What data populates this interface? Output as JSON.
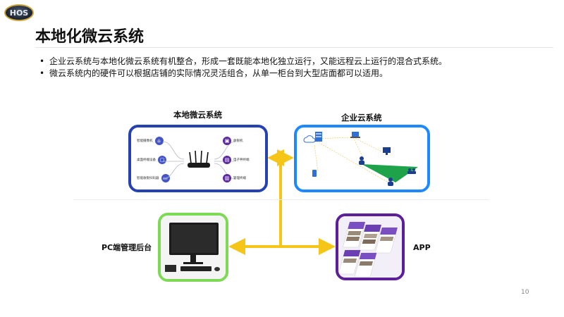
{
  "logo": {
    "text": "HOS"
  },
  "page": {
    "title": "本地化微云系统",
    "page_number": "10"
  },
  "bullets": [
    "企业云系统与本地化微云系统有机整合，形成一套既能本地化独立运行，又能远程云上运行的混合式系统。",
    "微云系统内的硬件可以根据店铺的实际情况灵活组合，从单一柜台到大型店面都可以适用。"
  ],
  "diagram": {
    "local_box_label": "本地微云系统",
    "cloud_box_label": "企业云系统",
    "pc_label": "PC端管理后台",
    "app_label": "APP",
    "connector_color": "#f5c518",
    "local_border_color": "#2541b2",
    "cloud_border_color": "#1e88ff",
    "pc_border_color": "#7ed957",
    "app_border_color": "#5b1f97",
    "local_devices": [
      {
        "icon": "cash-register-icon",
        "label": "智能摄像机"
      },
      {
        "icon": "tablet-icon",
        "label": "桌面终端设备"
      },
      {
        "icon": "scanner-icon",
        "label": "智能收银扫码器"
      },
      {
        "icon": "monitor-icon",
        "label": "收银机"
      },
      {
        "icon": "printer-icon",
        "label": "电子秤终端"
      },
      {
        "icon": "pos-icon",
        "label": "管理终端"
      }
    ]
  }
}
